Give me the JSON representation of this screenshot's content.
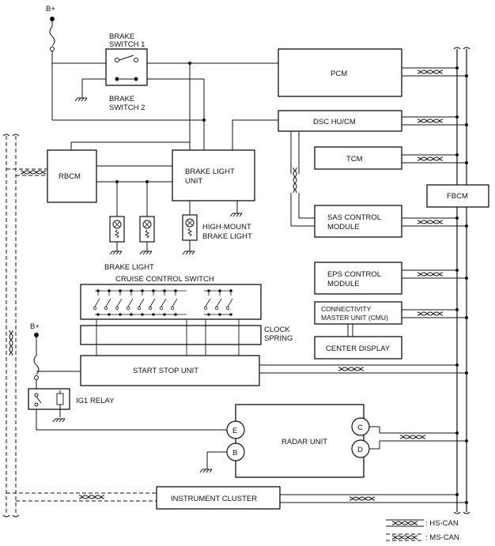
{
  "labels": {
    "b_plus_top": "B+",
    "brake_switch_1_line1": "BRAKE",
    "brake_switch_1_line2": "SWITCH 1",
    "brake_switch_2_line1": "BRAKE",
    "brake_switch_2_line2": "SWITCH 2",
    "pcm": "PCM",
    "dsc": "DSC HU/CM",
    "tcm": "TCM",
    "fbcm": "FBCM",
    "rbcm": "RBCM",
    "brake_light_unit_line1": "BRAKE LIGHT",
    "brake_light_unit_line2": "UNIT",
    "sas_line1": "SAS CONTROL",
    "sas_line2": "MODULE",
    "high_mount_line1": "HIGH-MOUNT",
    "high_mount_line2": "BRAKE LIGHT",
    "brake_light": "BRAKE LIGHT",
    "cruise_control_switch": "CRUISE CONTROL SWITCH",
    "eps_line1": "EPS CONTROL",
    "eps_line2": "MODULE",
    "cmu_line1": "CONNECTIVITY",
    "cmu_line2": "MASTER UNIT (CMU)",
    "clock_spring_line1": "CLOCK",
    "clock_spring_line2": "SPRING",
    "center_display": "CENTER DISPLAY",
    "b_plus_bottom": "B+",
    "start_stop_unit": "START STOP UNIT",
    "ig1_relay": "IG1 RELAY",
    "radar_unit": "RADAR UNIT",
    "pin_e": "E",
    "pin_b": "B",
    "pin_c": "C",
    "pin_d": "D",
    "instrument_cluster": "INSTRUMENT CLUSTER",
    "legend_hs_can": ": HS-CAN",
    "legend_ms_can": ": MS-CAN"
  }
}
